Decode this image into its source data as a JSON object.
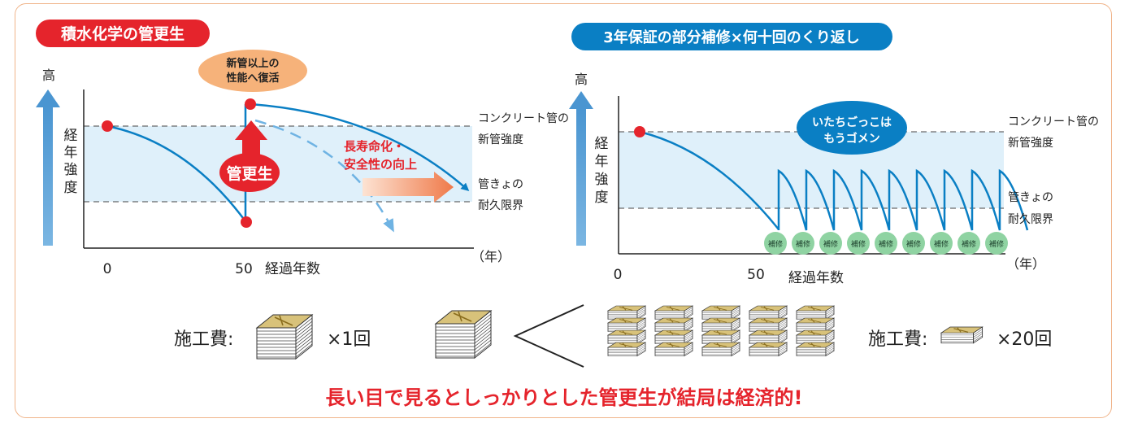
{
  "left_panel": {
    "title": "積水化学の管更生",
    "y_axis_top": "高",
    "y_axis_label_chars": [
      "経",
      "年",
      "強",
      "度"
    ],
    "ref_concrete": [
      "コンクリート管の",
      "新管強度"
    ],
    "ref_limit": [
      "管きょの",
      "耐久限界"
    ],
    "bubble_text": [
      "新管以上の",
      "性能へ復活"
    ],
    "badge_text": "管更生",
    "improve_text": [
      "長寿命化・",
      "安全性の向上"
    ],
    "x_ticks": [
      "0",
      "50"
    ],
    "x_axis_label": "経過年数",
    "x_unit": "（年）"
  },
  "right_panel": {
    "title": "3年保証の部分補修×何十回のくり返し",
    "y_axis_top": "高",
    "y_axis_label_chars": [
      "経",
      "年",
      "強",
      "度"
    ],
    "ref_concrete": [
      "コンクリート管の",
      "新管強度"
    ],
    "ref_limit": [
      "管きょの",
      "耐久限界"
    ],
    "bubble_text": [
      "いたちごっこは",
      "もうゴメン"
    ],
    "repair_label": "補修",
    "repair_count": 9,
    "x_ticks": [
      "0",
      "50"
    ],
    "x_axis_label": "経過年数",
    "x_unit": "（年）"
  },
  "cost": {
    "left_label": "施工費:",
    "left_count": "×1回",
    "right_label": "施工費:",
    "right_count": "×20回",
    "stack_count_middle": 20
  },
  "conclusion": "長い目で見るとしっかりとした管更生が結局は経済的!",
  "colors": {
    "red": "#e5242c",
    "blue": "#0a7fc4",
    "band": "#dff0fa",
    "axis_blue": "#5aa2d8",
    "bubble_orange": "#f6b27a",
    "repair_green": "#8fd3a2",
    "border": "#f0b48a"
  }
}
